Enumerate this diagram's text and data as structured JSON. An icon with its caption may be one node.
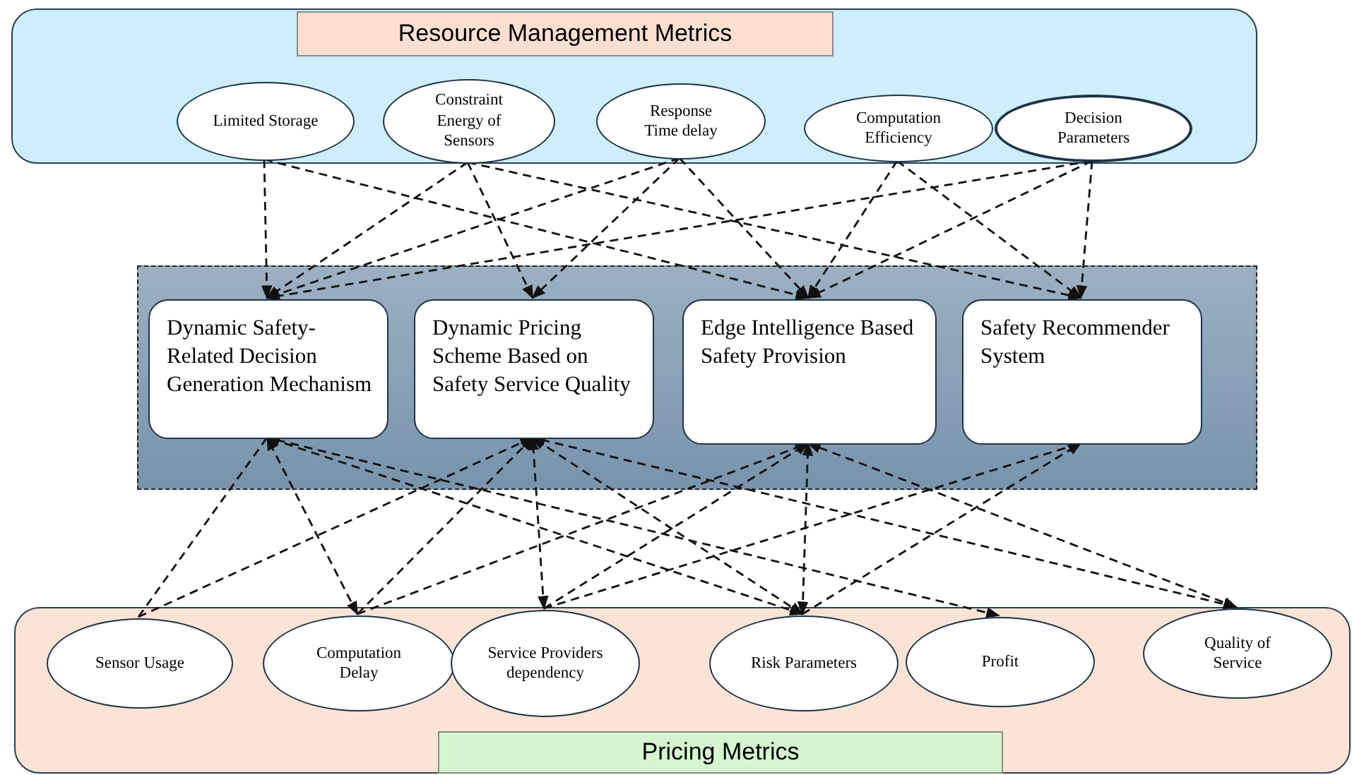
{
  "diagram": {
    "nodes": [
      {
        "text": [
          "Resource Management Metrics"
        ]
      },
      {
        "text": [
          "Limited Storage"
        ],
        "in": 0
      },
      {
        "text": [
          "Constraint Energy of Sensors"
        ],
        "in": 0
      },
      {
        "text": [
          "Response Time delay"
        ],
        "in": 0
      },
      {
        "text": [
          "Computation Efficiency"
        ],
        "in": 0
      },
      {
        "text": [
          "Decision Parameters"
        ],
        "in": 0
      },
      {
        "text": [],
        "shape": "box"
      },
      {
        "text": [
          "Dynamic Safety-Related Decision Generation Mechanism"
        ],
        "in": 6
      },
      {
        "text": [
          "Dynamic Pricing Scheme Based on Safety Service Quality"
        ],
        "in": 6
      },
      {
        "text": [
          "Edge Intelligence Based Safety Provision"
        ],
        "in": 6
      },
      {
        "text": [
          "Safety Recommender System"
        ],
        "in": 6
      },
      {
        "text": [
          "Pricing Metrics"
        ]
      },
      {
        "text": [
          "Sensor Usage"
        ],
        "in": 11
      },
      {
        "text": [
          "Computation Delay"
        ],
        "in": 11
      },
      {
        "text": [
          "Service Providers dependency"
        ],
        "in": 11
      },
      {
        "text": [
          "Risk Parameters"
        ],
        "in": 11
      },
      {
        "text": [
          "Profit"
        ],
        "in": 11
      },
      {
        "text": [
          "Quality of Service"
        ],
        "in": 11
      }
    ],
    "edges": [
      {
        "from": 1,
        "to": 7,
        "arrow": "to",
        "style": "dashed"
      },
      {
        "from": 1,
        "to": 9,
        "arrow": "to",
        "style": "dashed"
      },
      {
        "from": 2,
        "to": 7,
        "arrow": "to",
        "style": "dashed"
      },
      {
        "from": 2,
        "to": 8,
        "arrow": "to",
        "style": "dashed"
      },
      {
        "from": 2,
        "to": 10,
        "arrow": "to",
        "style": "dashed"
      },
      {
        "from": 3,
        "to": 7,
        "arrow": "to",
        "style": "dashed"
      },
      {
        "from": 3,
        "to": 8,
        "arrow": "to",
        "style": "dashed"
      },
      {
        "from": 3,
        "to": 9,
        "arrow": "to",
        "style": "dashed"
      },
      {
        "from": 4,
        "to": 9,
        "arrow": "to",
        "style": "dashed"
      },
      {
        "from": 4,
        "to": 10,
        "arrow": "to",
        "style": "dashed"
      },
      {
        "from": 5,
        "to": 7,
        "arrow": "to",
        "style": "dashed"
      },
      {
        "from": 5,
        "to": 9,
        "arrow": "to",
        "style": "dashed"
      },
      {
        "from": 5,
        "to": 10,
        "arrow": "to",
        "style": "dashed"
      },
      {
        "from": 12,
        "to": 7,
        "arrow": "none",
        "style": "dashed"
      },
      {
        "from": 12,
        "to": 8,
        "arrow": "to",
        "style": "dashed"
      },
      {
        "from": 13,
        "to": 7,
        "arrow": "both",
        "style": "dashed"
      },
      {
        "from": 13,
        "to": 8,
        "arrow": "to",
        "style": "dashed"
      },
      {
        "from": 13,
        "to": 9,
        "arrow": "to",
        "style": "dashed"
      },
      {
        "from": 14,
        "to": 8,
        "arrow": "both",
        "style": "dashed"
      },
      {
        "from": 14,
        "to": 9,
        "arrow": "to",
        "style": "dashed"
      },
      {
        "from": 14,
        "to": 10,
        "arrow": "to",
        "style": "dashed"
      },
      {
        "from": 15,
        "to": 7,
        "arrow": "both",
        "style": "dashed"
      },
      {
        "from": 15,
        "to": 8,
        "arrow": "both",
        "style": "dashed"
      },
      {
        "from": 15,
        "to": 9,
        "arrow": "both",
        "style": "dashed"
      },
      {
        "from": 15,
        "to": 10,
        "arrow": "to",
        "style": "dashed"
      },
      {
        "from": 16,
        "to": 7,
        "arrow": "both",
        "style": "dashed"
      },
      {
        "from": 17,
        "to": 8,
        "arrow": "both",
        "style": "dashed"
      },
      {
        "from": 17,
        "to": 9,
        "arrow": "both",
        "style": "dashed"
      }
    ]
  }
}
